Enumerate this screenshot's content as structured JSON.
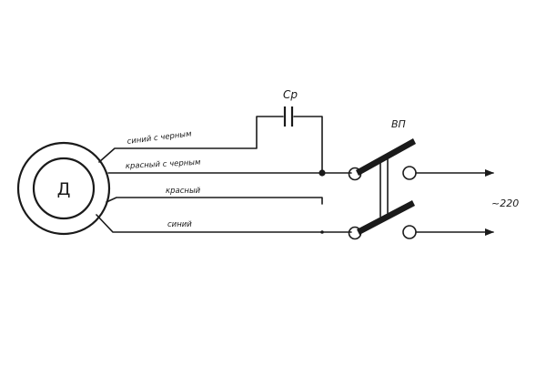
{
  "motor": {
    "label": "Д"
  },
  "capacitor": {
    "label": "Ср"
  },
  "switch": {
    "label": "ВП"
  },
  "supply": {
    "label": "~220"
  },
  "wires": [
    {
      "label": "синий с черным"
    },
    {
      "label": "красный с черным"
    },
    {
      "label": "красный"
    },
    {
      "label": "синий"
    }
  ]
}
